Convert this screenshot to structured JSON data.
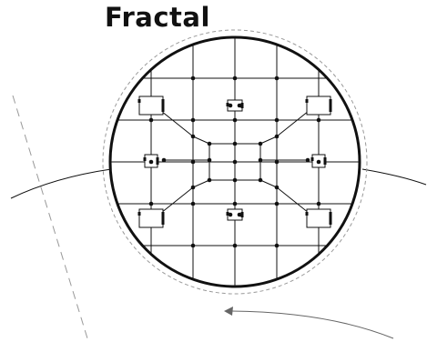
{
  "title": "Fractal",
  "colors": {
    "ink": "#111111",
    "guide": "#999999",
    "arrow": "#666666"
  },
  "diagram": {
    "grid_size": 7,
    "fractal_nodes": [
      {
        "name": "node-top-left"
      },
      {
        "name": "node-top-center"
      },
      {
        "name": "node-top-right"
      },
      {
        "name": "node-middle-left"
      },
      {
        "name": "node-middle-right"
      },
      {
        "name": "node-bottom-left"
      },
      {
        "name": "node-bottom-center"
      },
      {
        "name": "node-bottom-right"
      }
    ]
  }
}
